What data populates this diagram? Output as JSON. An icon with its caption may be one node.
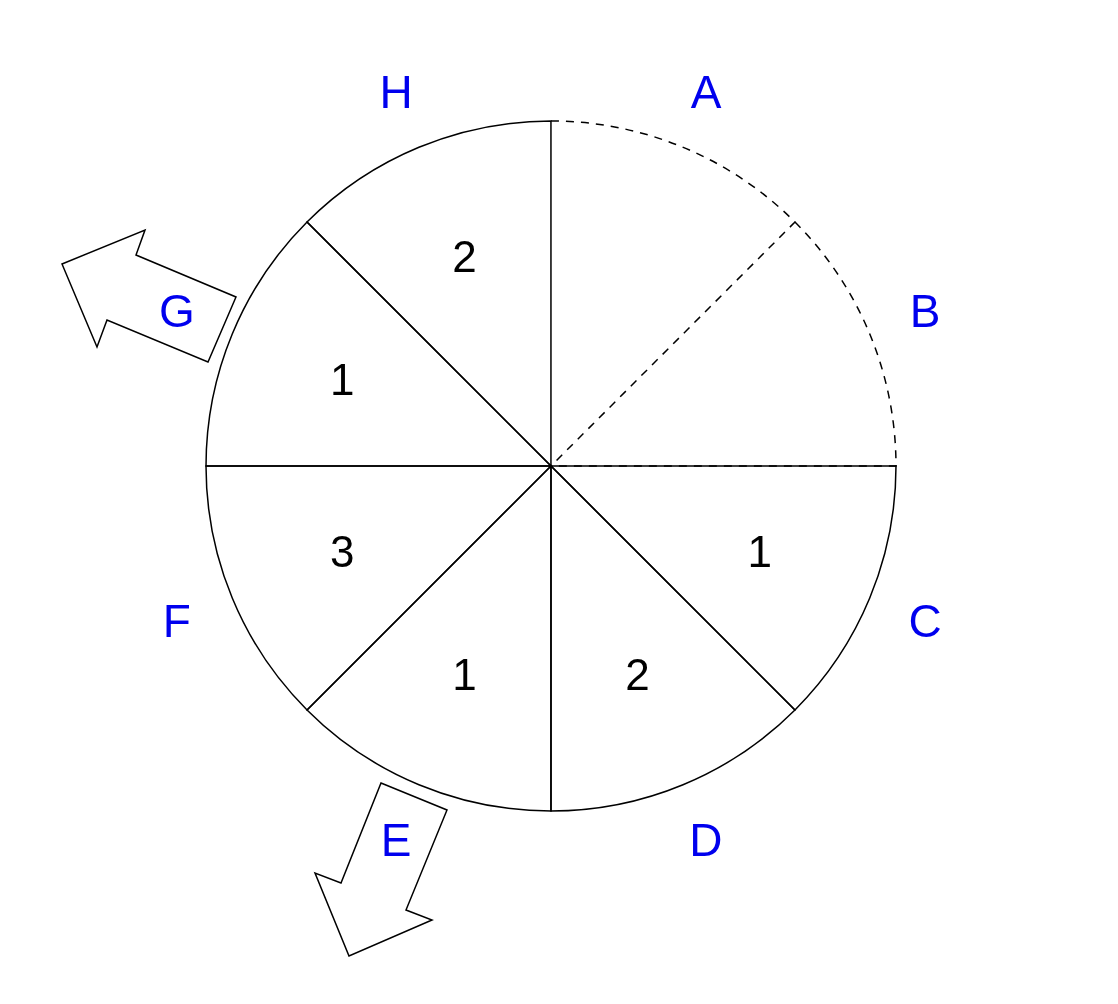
{
  "diagram": {
    "nodes": [
      {
        "text": [],
        "shape": "sector",
        "beside": [
          "A"
        ]
      },
      {
        "text": [],
        "shape": "sector",
        "beside": [
          "B"
        ]
      },
      {
        "text": [
          "1"
        ],
        "beside": [
          "C"
        ]
      },
      {
        "text": [
          "2"
        ],
        "beside": [
          "D"
        ]
      },
      {
        "text": [
          "1"
        ],
        "beside": [
          "E"
        ]
      },
      {
        "text": [
          "3"
        ],
        "beside": [
          "F"
        ]
      },
      {
        "text": [
          "1"
        ],
        "beside": [
          "G"
        ]
      },
      {
        "text": [
          "2"
        ],
        "beside": [
          "H"
        ]
      }
    ],
    "edges": [
      {
        "from": 6,
        "to": null,
        "arrow": "to"
      },
      {
        "from": 4,
        "to": null,
        "arrow": "to"
      }
    ]
  }
}
